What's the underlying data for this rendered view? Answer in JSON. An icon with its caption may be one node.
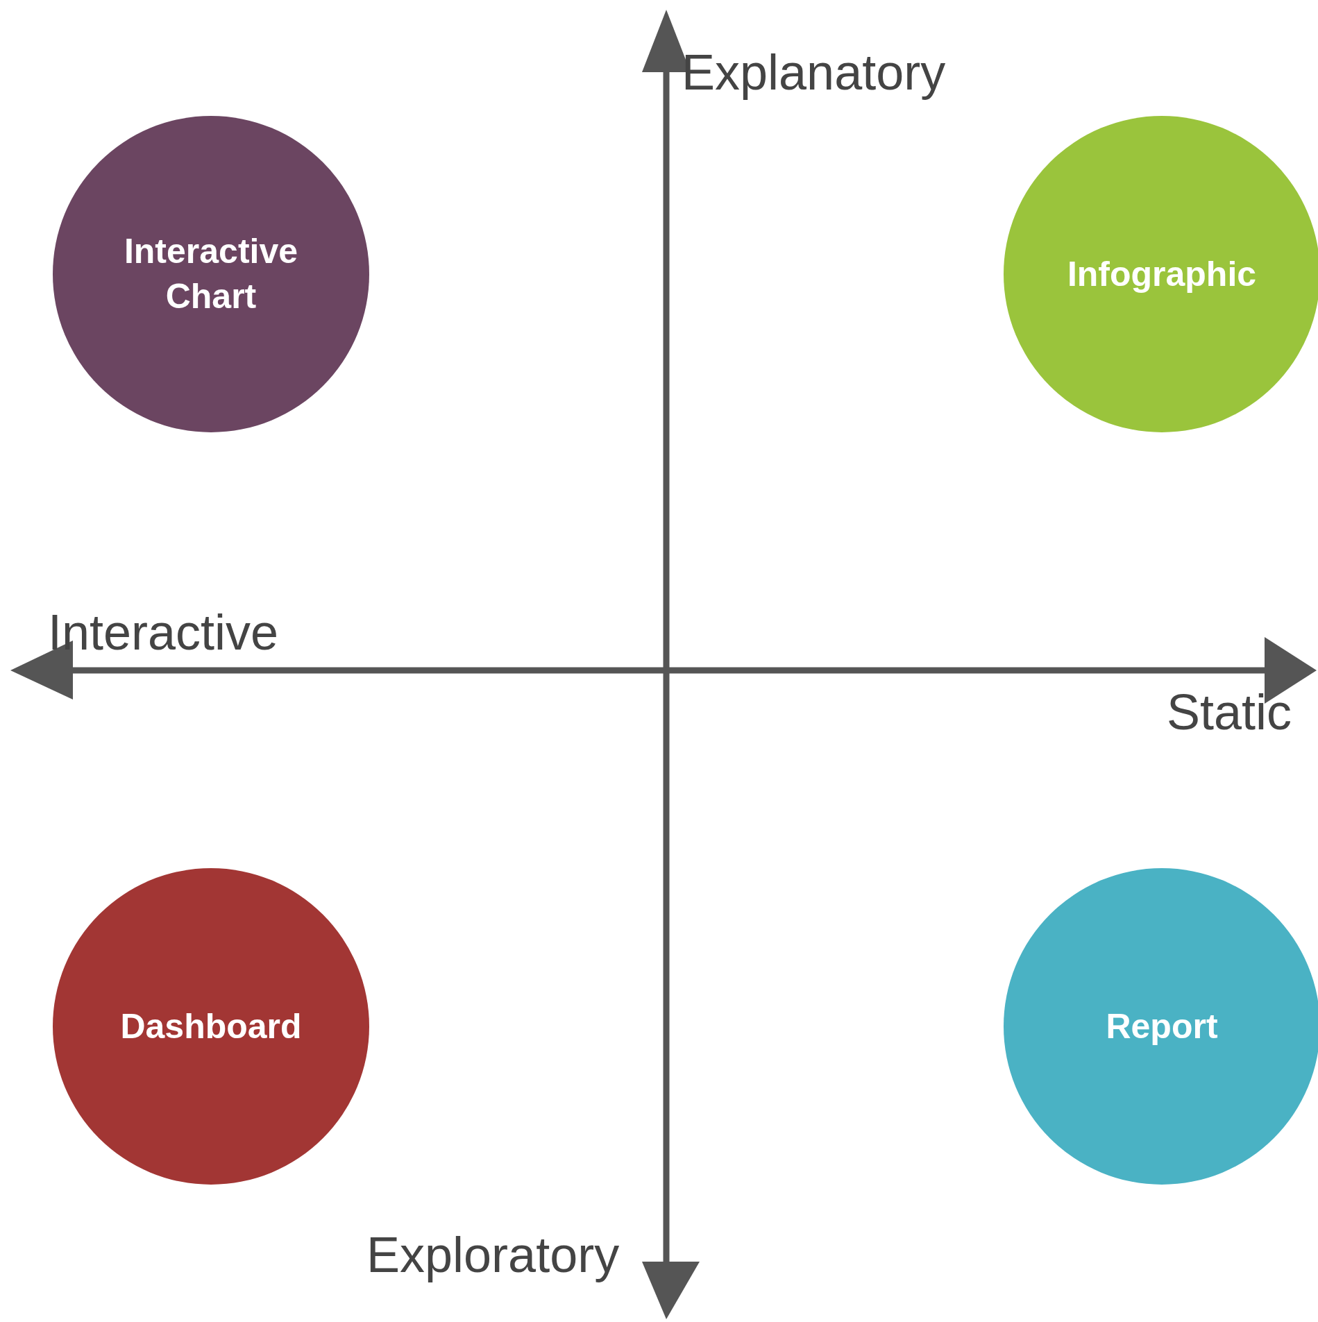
{
  "diagram": {
    "nodes": [
      {
        "text": [
          "Interactive Chart"
        ]
      },
      {
        "text": [
          "Infographic"
        ]
      },
      {
        "text": [
          "Dashboard"
        ]
      },
      {
        "text": [
          "Report"
        ]
      }
    ],
    "labels": [
      "Explanatory",
      "Interactive",
      "Static",
      "Exploratory"
    ]
  }
}
